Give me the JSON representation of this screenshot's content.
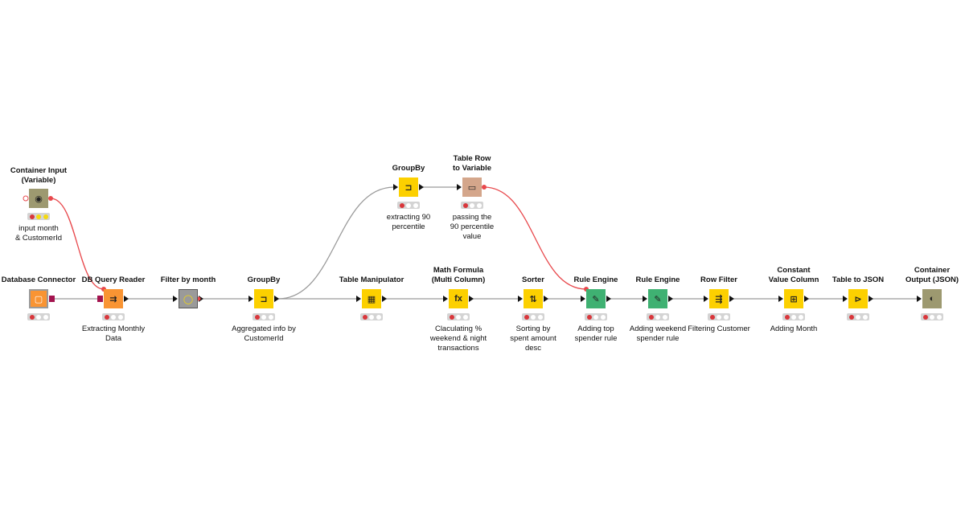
{
  "colors": {
    "data_edge": "#9a9a9a",
    "variable_edge": "#e8484c",
    "source": "#f99433",
    "manipulator": "#fcd000",
    "flowvar": "#d4a68b",
    "rule": "#3fb172",
    "container": "#9d9970",
    "filter_node": "#9a9a9a"
  },
  "nodes": [
    {
      "id": "container_input",
      "title": "Container Input\n(Variable)",
      "desc": "input month\n& CustomerId",
      "color": "#9d9970",
      "icon": "◉",
      "icon_name": "container-input-icon",
      "status": [
        "red",
        "yellow",
        "yellow"
      ]
    },
    {
      "id": "db_connector",
      "title": "Database Connector",
      "desc": "",
      "color": "#f99433",
      "icon": "▢",
      "icon_name": "database-connector-icon",
      "status": [
        "red",
        "off",
        "off"
      ]
    },
    {
      "id": "db_query_reader",
      "title": "DB Query Reader",
      "desc": "Extracting Monthly\nData",
      "color": "#f99433",
      "icon": "⇉",
      "icon_name": "db-query-reader-icon",
      "status": [
        "red",
        "off",
        "off"
      ]
    },
    {
      "id": "filter_by_month",
      "title": "Filter by month",
      "desc": "",
      "color": "#9a9a9a",
      "icon": "◯",
      "icon_name": "filter-by-month-icon",
      "status": []
    },
    {
      "id": "groupby_1",
      "title": "GroupBy",
      "desc": "Aggregated info by\nCustomerId",
      "color": "#fcd000",
      "icon": "⊐",
      "icon_name": "groupby-icon",
      "status": [
        "red",
        "off",
        "off"
      ]
    },
    {
      "id": "groupby_2",
      "title": "GroupBy",
      "desc": "extracting 90\npercentile",
      "color": "#fcd000",
      "icon": "⊐",
      "icon_name": "groupby-icon",
      "status": [
        "red",
        "off",
        "off"
      ]
    },
    {
      "id": "table_row_to_variable",
      "title": "Table Row\nto Variable",
      "desc": "passing the\n90 percentile\nvalue",
      "color": "#d4a68b",
      "icon": "▭",
      "icon_name": "table-row-to-variable-icon",
      "status": [
        "red",
        "off",
        "off"
      ]
    },
    {
      "id": "table_manipulator",
      "title": "Table Manipulator",
      "desc": "",
      "color": "#fcd000",
      "icon": "▦",
      "icon_name": "table-manipulator-icon",
      "status": [
        "red",
        "off",
        "off"
      ]
    },
    {
      "id": "math_formula",
      "title": "Math Formula\n(Multi Column)",
      "desc": "Claculating %\nweekend & night\ntransactions",
      "color": "#fcd000",
      "icon": "fx",
      "icon_name": "math-formula-icon",
      "status": [
        "red",
        "off",
        "off"
      ]
    },
    {
      "id": "sorter",
      "title": "Sorter",
      "desc": "Sorting by\nspent amount\ndesc",
      "color": "#fcd000",
      "icon": "⇅",
      "icon_name": "sorter-icon",
      "status": [
        "red",
        "off",
        "off"
      ]
    },
    {
      "id": "rule_engine_1",
      "title": "Rule Engine",
      "desc": "Adding top\nspender rule",
      "color": "#3fb172",
      "icon": "✎",
      "icon_name": "rule-engine-icon",
      "status": [
        "red",
        "off",
        "off"
      ]
    },
    {
      "id": "rule_engine_2",
      "title": "Rule Engine",
      "desc": "Adding weekend\nspender  rule",
      "color": "#3fb172",
      "icon": "✎",
      "icon_name": "rule-engine-icon",
      "status": [
        "red",
        "off",
        "off"
      ]
    },
    {
      "id": "row_filter",
      "title": "Row Filter",
      "desc": "Filtering Customer",
      "color": "#fcd000",
      "icon": "⇶",
      "icon_name": "row-filter-icon",
      "status": [
        "red",
        "off",
        "off"
      ]
    },
    {
      "id": "constant_value_column",
      "title": "Constant\nValue Column",
      "desc": "Adding Month",
      "color": "#fcd000",
      "icon": "⊞",
      "icon_name": "constant-value-column-icon",
      "status": [
        "red",
        "off",
        "off"
      ]
    },
    {
      "id": "table_to_json",
      "title": "Table to JSON",
      "desc": "",
      "color": "#fcd000",
      "icon": "⊳",
      "icon_name": "table-to-json-icon",
      "status": [
        "red",
        "off",
        "off"
      ]
    },
    {
      "id": "container_output",
      "title": "Container\nOutput (JSON)",
      "desc": "",
      "color": "#9d9970",
      "icon": "◐",
      "icon_name": "container-output-icon",
      "status": [
        "red",
        "off",
        "off"
      ]
    }
  ],
  "edges": [
    {
      "from": "db_connector",
      "to": "db_query_reader",
      "kind": "data"
    },
    {
      "from": "container_input",
      "to": "db_query_reader",
      "kind": "variable"
    },
    {
      "from": "db_query_reader",
      "to": "filter_by_month",
      "kind": "data"
    },
    {
      "from": "filter_by_month",
      "to": "groupby_1",
      "kind": "data"
    },
    {
      "from": "groupby_1",
      "to": "groupby_2",
      "kind": "data"
    },
    {
      "from": "groupby_1",
      "to": "table_manipulator",
      "kind": "data"
    },
    {
      "from": "groupby_2",
      "to": "table_row_to_variable",
      "kind": "data"
    },
    {
      "from": "table_row_to_variable",
      "to": "rule_engine_1",
      "kind": "variable"
    },
    {
      "from": "table_manipulator",
      "to": "math_formula",
      "kind": "data"
    },
    {
      "from": "math_formula",
      "to": "sorter",
      "kind": "data"
    },
    {
      "from": "sorter",
      "to": "rule_engine_1",
      "kind": "data"
    },
    {
      "from": "rule_engine_1",
      "to": "rule_engine_2",
      "kind": "data"
    },
    {
      "from": "rule_engine_2",
      "to": "row_filter",
      "kind": "data"
    },
    {
      "from": "row_filter",
      "to": "constant_value_column",
      "kind": "data"
    },
    {
      "from": "constant_value_column",
      "to": "table_to_json",
      "kind": "data"
    },
    {
      "from": "table_to_json",
      "to": "container_output",
      "kind": "data"
    }
  ]
}
